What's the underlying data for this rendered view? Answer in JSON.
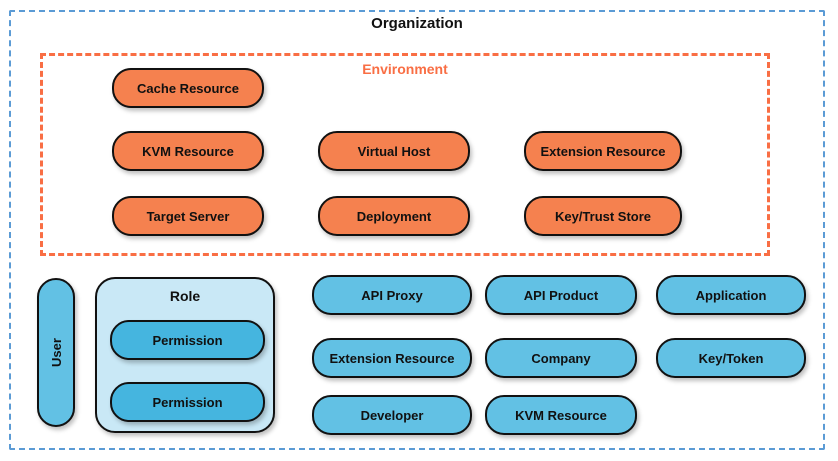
{
  "organization": {
    "label": "Organization"
  },
  "environment": {
    "label": "Environment",
    "nodes": [
      {
        "label": "Cache Resource"
      },
      {
        "label": "KVM Resource"
      },
      {
        "label": "Target Server"
      },
      {
        "label": "Virtual Host"
      },
      {
        "label": "Deployment"
      },
      {
        "label": "Extension Resource"
      },
      {
        "label": "Key/Trust Store"
      }
    ]
  },
  "org_level": {
    "user": {
      "label": "User"
    },
    "role": {
      "label": "Role",
      "permissions": [
        {
          "label": "Permission"
        },
        {
          "label": "Permission"
        }
      ]
    },
    "nodes": [
      {
        "label": "API Proxy"
      },
      {
        "label": "API Product"
      },
      {
        "label": "Application"
      },
      {
        "label": "Extension Resource"
      },
      {
        "label": "Company"
      },
      {
        "label": "Key/Token"
      },
      {
        "label": "Developer"
      },
      {
        "label": "KVM Resource"
      }
    ]
  },
  "colors": {
    "org-border": "#5B9BD5",
    "env-border": "#F96E44",
    "env-node-fill": "#F5814F",
    "node-fill": "#62C1E4",
    "role-fill": "#C9E8F6",
    "permission-fill": "#45B5DF",
    "stroke": "#111111"
  }
}
